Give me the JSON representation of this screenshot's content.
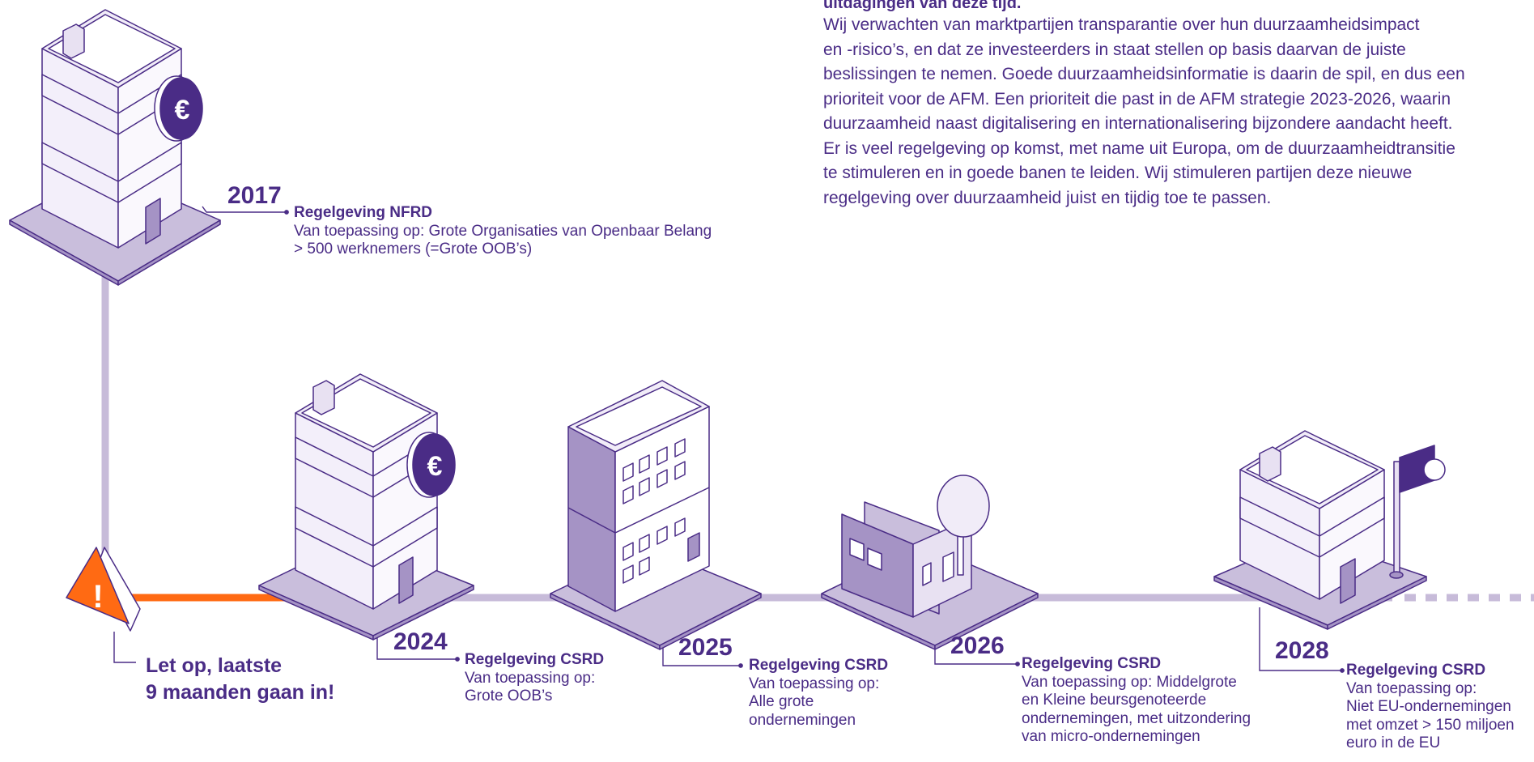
{
  "intro": {
    "heading": "uitdagingen van deze tijd.",
    "lines": [
      "Wij verwachten van marktpartijen transparantie over hun duurzaamheidsimpact",
      "en -risico’s, en dat ze investeerders in staat stellen op basis daarvan de juiste",
      "beslissingen te nemen. Goede duurzaamheidsinformatie is daarin de spil, en dus een",
      "prioriteit voor de AFM. Een prioriteit die past in de AFM strategie 2023-2026, waarin",
      "duurzaamheid naast digitalisering en internationalisering bijzondere aandacht heeft.",
      "Er is veel regelgeving op komst, met name uit Europa, om de duurzaamheidtransitie",
      "te stimuleren en in goede banen te leiden. Wij stimuleren partijen deze nieuwe",
      "regelgeving over duurzaamheid juist en tijdig toe te passen."
    ]
  },
  "milestones": [
    {
      "year": "2017",
      "title": "Regelgeving NFRD",
      "lines": [
        "Van toepassing op: Grote Organisaties van Openbaar Belang",
        "> 500 werknemers (=Grote OOB’s)"
      ]
    },
    {
      "year": "2024",
      "title": "Regelgeving CSRD",
      "lines": [
        "Van toepassing op:",
        "Grote OOB’s"
      ]
    },
    {
      "year": "2025",
      "title": "Regelgeving CSRD",
      "lines": [
        "Van toepassing op:",
        "Alle grote",
        "ondernemingen"
      ]
    },
    {
      "year": "2026",
      "title": "Regelgeving CSRD",
      "lines": [
        "Van toepassing op: Middelgrote",
        "en Kleine beursgenoteerde",
        "ondernemingen, met uitzondering",
        "van micro-ondernemingen"
      ]
    },
    {
      "year": "2028",
      "title": "Regelgeving CSRD",
      "lines": [
        "Van toepassing op:",
        "Niet EU-ondernemingen",
        "met omzet > 150 miljoen",
        "euro in de EU"
      ]
    }
  ],
  "warning": {
    "line1": "Let op, laatste",
    "line2": "9 maanden gaan in!"
  },
  "icons": {
    "euro": "€",
    "warning": "!"
  },
  "colors": {
    "text": "#4a2c86",
    "timeline": "#c7bbd9",
    "warning": "#ff6a13",
    "plate": "#c9bedc",
    "wall_dark": "#a593c5"
  }
}
